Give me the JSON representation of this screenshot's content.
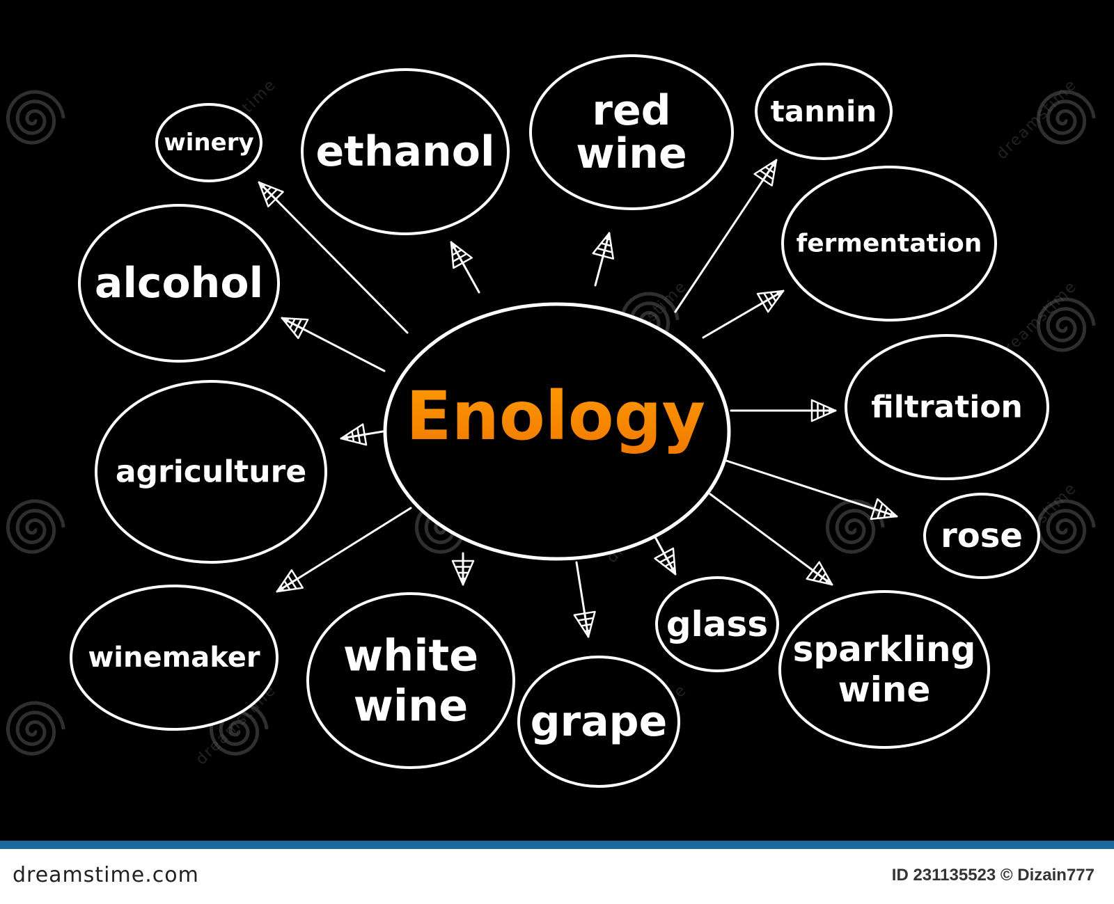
{
  "diagram": {
    "center": {
      "label": "Enology",
      "color_top": "#ff9a00",
      "color_bottom": "#f07a00"
    },
    "nodes": [
      {
        "id": "winery",
        "lines": [
          "winery"
        ]
      },
      {
        "id": "ethanol",
        "lines": [
          "ethanol"
        ]
      },
      {
        "id": "red-wine",
        "lines": [
          "red",
          "wine"
        ]
      },
      {
        "id": "tannin",
        "lines": [
          "tannin"
        ]
      },
      {
        "id": "fermentation",
        "lines": [
          "fermentation"
        ]
      },
      {
        "id": "alcohol",
        "lines": [
          "alcohol"
        ]
      },
      {
        "id": "filtration",
        "lines": [
          "filtration"
        ]
      },
      {
        "id": "agriculture",
        "lines": [
          "agriculture"
        ]
      },
      {
        "id": "rose",
        "lines": [
          "rose"
        ]
      },
      {
        "id": "winemaker",
        "lines": [
          "winemaker"
        ]
      },
      {
        "id": "white-wine",
        "lines": [
          "white",
          "wine"
        ]
      },
      {
        "id": "grape",
        "lines": [
          "grape"
        ]
      },
      {
        "id": "glass",
        "lines": [
          "glass"
        ]
      },
      {
        "id": "sparkling-wine",
        "lines": [
          "sparkling",
          "wine"
        ]
      }
    ]
  },
  "watermark": {
    "text": "dreamstime"
  },
  "footer": {
    "brand": "dreamstime.com",
    "credit": "ID 231135523 © Dizain777",
    "bar_color": "#1d6a9a"
  },
  "colors": {
    "background": "#000000",
    "stroke": "#ffffff",
    "accent": "#ff9a00"
  }
}
